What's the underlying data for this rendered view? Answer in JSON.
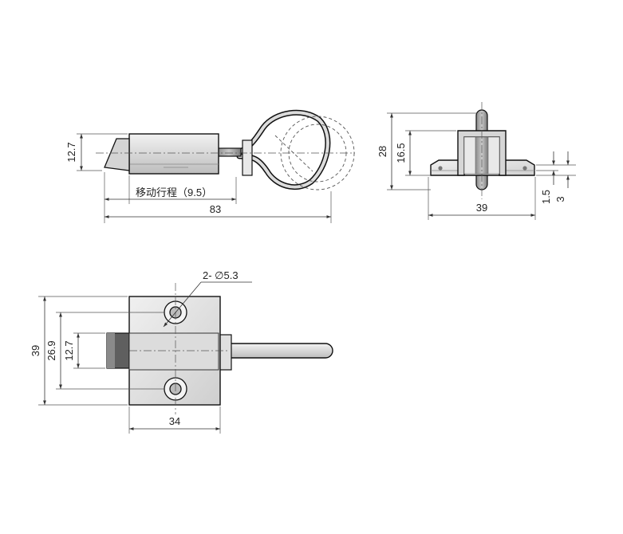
{
  "colors": {
    "metal_light": "#e6e6e6",
    "metal_mid": "#cfcfcf",
    "metal_dark": "#9a9a9a",
    "tip_dark": "#6a6a6a",
    "line": "#111111"
  },
  "side_view": {
    "height_label": "12.7",
    "travel_label": "移动行程（9.5）",
    "length_label": "83"
  },
  "end_view": {
    "height_label": "28",
    "body_height_label": "16.5",
    "width_label": "39",
    "plate_thickness_label": "1.5",
    "plate_offset_label": "3"
  },
  "top_view": {
    "hole_label": "2- ∅5.3",
    "total_height_label": "39",
    "hole_spacing_label": "26.9",
    "bolt_label": "12.7",
    "width_label": "34"
  }
}
